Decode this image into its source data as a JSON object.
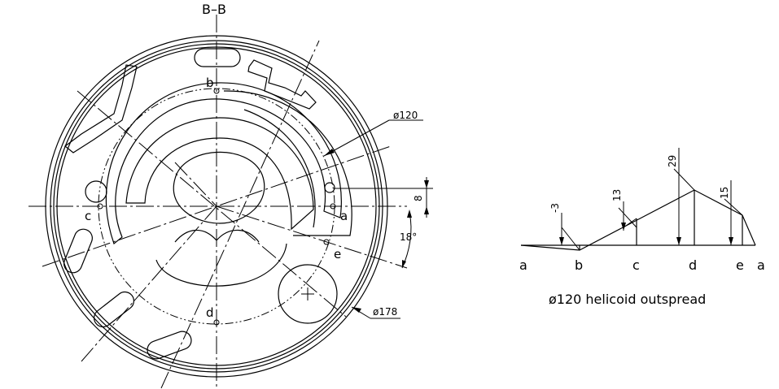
{
  "section_title": "B–B",
  "points": {
    "a": "a",
    "b": "b",
    "c": "c",
    "d": "d",
    "e": "e"
  },
  "dimensions": {
    "d120": "ø120",
    "d178": "ø178",
    "eight": "8",
    "eighteen": "18°"
  },
  "outspread": {
    "caption": "ø120 helicoid outspread",
    "stations": [
      "a",
      "b",
      "c",
      "d",
      "e",
      "a"
    ],
    "heights": [
      "-3",
      "13",
      "29",
      "15"
    ]
  }
}
